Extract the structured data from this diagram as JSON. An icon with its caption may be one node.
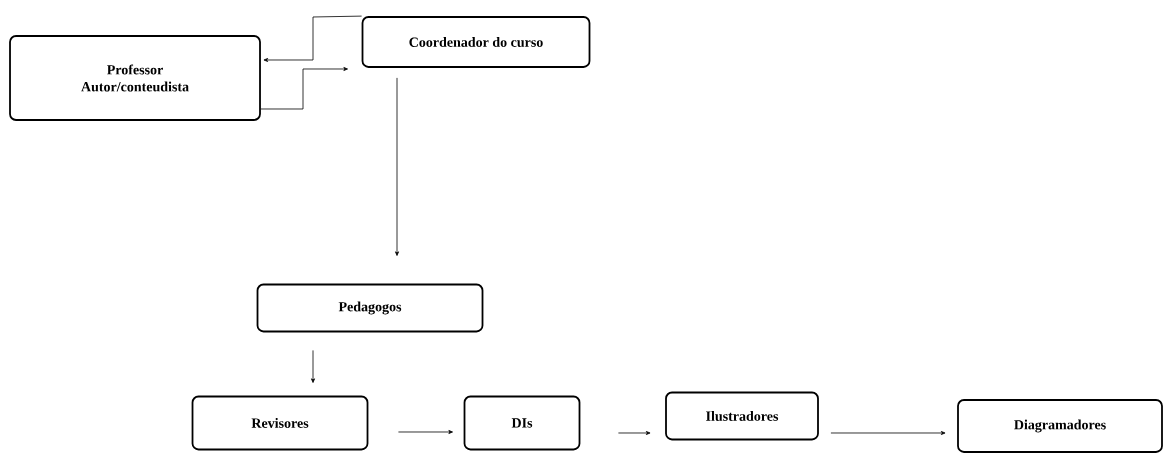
{
  "diagram": {
    "nodes": [
      {
        "text": [
          "Professor Autor/conteudista"
        ]
      },
      {
        "text": [
          "Coordenador do curso"
        ]
      },
      {
        "text": [
          "Pedagogos"
        ]
      },
      {
        "text": [
          "Revisores"
        ]
      },
      {
        "text": [
          "DIs"
        ]
      },
      {
        "text": [
          "Ilustradores"
        ]
      },
      {
        "text": [
          "Diagramadores"
        ]
      }
    ],
    "edges": [
      {
        "from": 1,
        "to": 0,
        "arrow": "to"
      },
      {
        "from": 0,
        "to": 1,
        "arrow": "to"
      },
      {
        "from": 1,
        "to": 2,
        "arrow": "to"
      },
      {
        "from": 2,
        "to": 3,
        "arrow": "to"
      },
      {
        "from": 3,
        "to": 4,
        "arrow": "to"
      },
      {
        "from": 4,
        "to": 5,
        "arrow": "to"
      },
      {
        "from": 5,
        "to": 6,
        "arrow": "to"
      }
    ]
  }
}
